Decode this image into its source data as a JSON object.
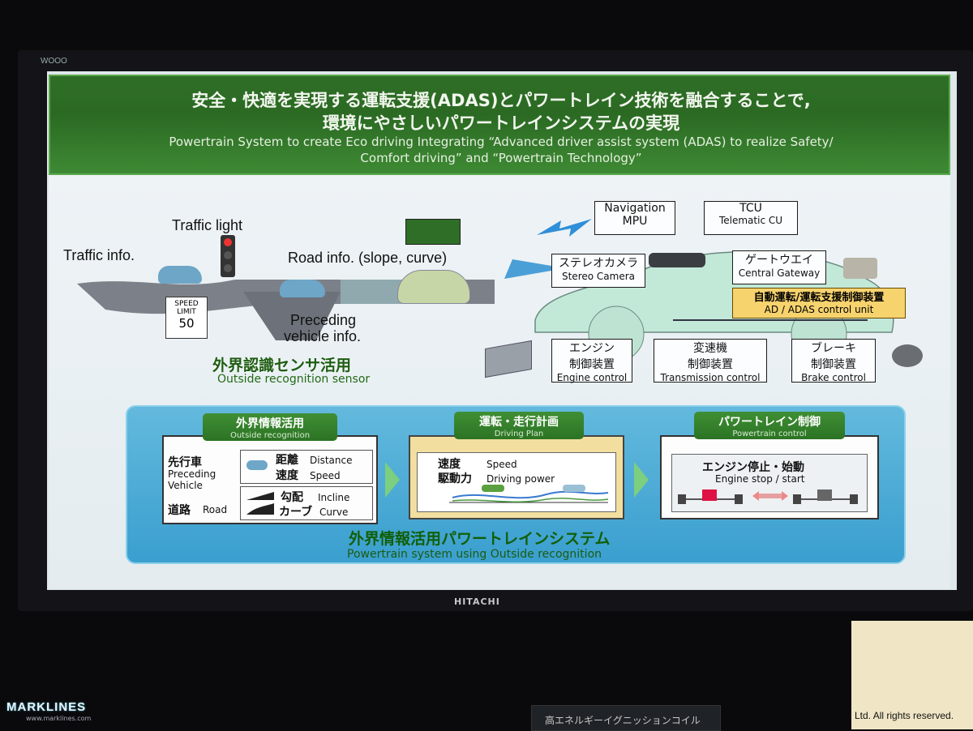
{
  "monitor": {
    "brand_top_left": "WOOO",
    "brand_bottom": "HITACHI"
  },
  "banner": {
    "title_line1": "安全・快適を実現する運転支援(ADAS)とパワートレイン技術を融合することで,",
    "title_line2": "環境にやさしいパワートレインシステムの実現",
    "subtitle_line1": "Powertrain System to create Eco driving Integrating “Advanced driver assist system (ADAS) to realize Safety/",
    "subtitle_line2": "Comfort driving” and “Powertrain Technology”"
  },
  "left_scene": {
    "traffic_info": "Traffic info.",
    "traffic_light": "Traffic light",
    "road_info": "Road info. (slope, curve)",
    "preceding_line1": "Preceding",
    "preceding_line2": "vehicle info.",
    "sign_line1": "SPEED",
    "sign_line2": "LIMIT",
    "sign_value": "50",
    "sensor_jp": "外界認識センサ活用",
    "sensor_en": "Outside recognition sensor"
  },
  "right_diagram": {
    "navigation_line1": "Navigation",
    "navigation_line2": "MPU",
    "tcu_line1": "TCU",
    "tcu_line2": "Telematic CU",
    "stereo_jp": "ステレオカメラ",
    "stereo_en": "Stereo Camera",
    "gateway_jp": "ゲートウエイ",
    "gateway_en": "Central Gateway",
    "adas_jp": "自動運転/運転支援制御装置",
    "adas_en": "AD / ADAS control unit",
    "engine_jp1": "エンジン",
    "engine_jp2": "制御装置",
    "engine_en": "Engine control",
    "trans_jp1": "変速機",
    "trans_jp2": "制御装置",
    "trans_en": "Transmission control",
    "brake_jp1": "ブレーキ",
    "brake_jp2": "制御装置",
    "brake_en": "Brake control"
  },
  "bottom_panel": {
    "sec1_tag_jp": "外界情報活用",
    "sec1_tag_en": "Outside recognition",
    "preceding_jp": "先行車",
    "preceding_en1": "Preceding",
    "preceding_en2": "Vehicle",
    "distance_jp": "距離",
    "distance_en": "Distance",
    "speed_jp": "速度",
    "speed_en": "Speed",
    "road_jp": "道路",
    "road_en": "Road",
    "incline_jp": "勾配",
    "incline_en": "Incline",
    "curve_jp": "カーブ",
    "curve_en": "Curve",
    "sec2_tag_jp": "運転・走行計画",
    "sec2_tag_en": "Driving Plan",
    "plan_speed_jp": "速度",
    "plan_speed_en": "Speed",
    "plan_power_jp": "駆動力",
    "plan_power_en": "Driving power",
    "sec3_tag_jp": "パワートレイン制御",
    "sec3_tag_en": "Powertrain control",
    "engine_ss_jp": "エンジン停止・始動",
    "engine_ss_en": "Engine stop / start",
    "system_jp": "外界情報活用パワートレインシステム",
    "system_en": "Powertrain system using Outside recognition"
  },
  "overlays": {
    "watermark": "MARKLINES",
    "watermark_url": "www.marklines.com",
    "copyright": "Ltd. All rights reserved.",
    "bottom_sign": "高エネルギーイグニッションコイル"
  },
  "colors": {
    "banner_green": "#2f6e27",
    "panel_blue": "#4aa9d6",
    "adas_yellow": "#f7d36e",
    "tag_green": "#3f8f34"
  }
}
